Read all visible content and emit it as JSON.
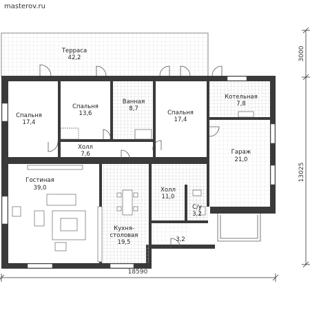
{
  "site": "masterov.ru",
  "rooms": [
    {
      "name": "Терраса",
      "area": "42,2"
    },
    {
      "name": "Спальня",
      "area": "17,4"
    },
    {
      "name": "Спальня",
      "area": "13,6"
    },
    {
      "name": "Ванная",
      "area": "8,7"
    },
    {
      "name": "Спальня",
      "area": "17,4"
    },
    {
      "name": "Котельная",
      "area": "7,8"
    },
    {
      "name": "Холл",
      "area": "7,6"
    },
    {
      "name": "Гараж",
      "area": "21,0"
    },
    {
      "name": "Гостиная",
      "area": "39,0"
    },
    {
      "name": "Холл",
      "area": "11,0"
    },
    {
      "name": "С/у",
      "area": "3,2"
    },
    {
      "name": "Кухня-",
      "name2": "столовая",
      "area": "19,5"
    },
    {
      "name": "",
      "area": "3,2"
    }
  ],
  "dimensions": {
    "width": "18590",
    "depth": "13025",
    "terrace_depth": "3000"
  },
  "colors": {
    "wall": "#3a3a3a",
    "grid": "#d6d6d6",
    "tile": "#c8c8c8"
  }
}
